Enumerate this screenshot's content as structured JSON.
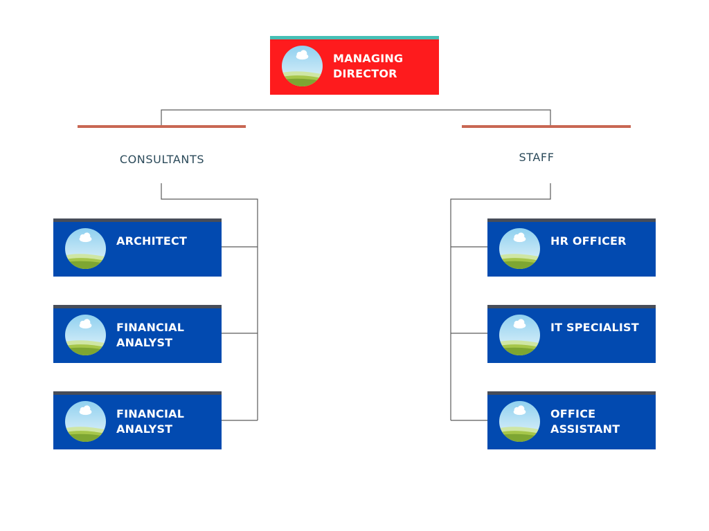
{
  "colors": {
    "director_fill": "#fe1b1d",
    "director_accent": "#47bfb5",
    "role_fill": "#024ab0",
    "role_accent": "#474d59",
    "group_bar": "#c86753",
    "connector": "#5a5a5a",
    "group_text": "#2b4a5a"
  },
  "director": {
    "label": "MANAGING\nDIRECTOR",
    "icon": "landscape-avatar-icon"
  },
  "groups": [
    {
      "name": "CONSULTANTS",
      "roles": [
        {
          "label": "ARCHITECT"
        },
        {
          "label": "FINANCIAL\nANALYST"
        },
        {
          "label": "FINANCIAL\nANALYST"
        }
      ]
    },
    {
      "name": "STAFF",
      "roles": [
        {
          "label": "HR OFFICER"
        },
        {
          "label": "IT SPECIALIST"
        },
        {
          "label": "OFFICE\nASSISTANT"
        }
      ]
    }
  ]
}
